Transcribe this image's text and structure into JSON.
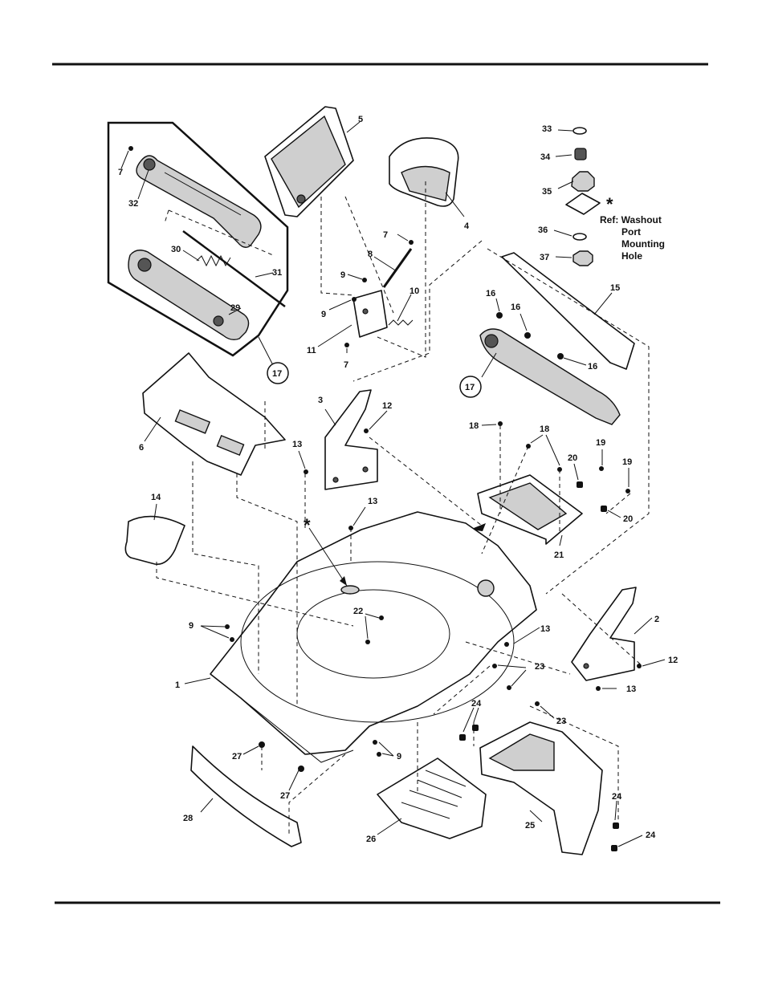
{
  "callouts": {
    "c1": "1",
    "c2": "2",
    "c3": "3",
    "c4": "4",
    "c5": "5",
    "c6": "6",
    "c7a": "7",
    "c7b": "7",
    "c7c": "7",
    "c8": "8",
    "c9a": "9",
    "c9b": "9",
    "c9c": "9",
    "c9d": "9",
    "c10": "10",
    "c11": "11",
    "c12a": "12",
    "c12b": "12",
    "c13a": "13",
    "c13b": "13",
    "c13c": "13",
    "c13d": "13",
    "c14": "14",
    "c15": "15",
    "c16a": "16",
    "c16b": "16",
    "c16c": "16",
    "c17a": "17",
    "c17b": "17",
    "c18a": "18",
    "c18b": "18",
    "c19a": "19",
    "c19b": "19",
    "c20a": "20",
    "c20b": "20",
    "c21": "21",
    "c22": "22",
    "c23a": "23",
    "c23b": "23",
    "c24a": "24",
    "c24b": "24",
    "c24c": "24",
    "c25": "25",
    "c26": "26",
    "c27a": "27",
    "c27b": "27",
    "c28": "28",
    "c29": "29",
    "c30": "30",
    "c31": "31",
    "c32": "32",
    "c33": "33",
    "c34": "34",
    "c35": "35",
    "c36": "36",
    "c37": "37"
  },
  "asterisk": "*",
  "ref_note": [
    "Ref: Washout",
    "Port",
    "Mounting",
    "Hole"
  ]
}
